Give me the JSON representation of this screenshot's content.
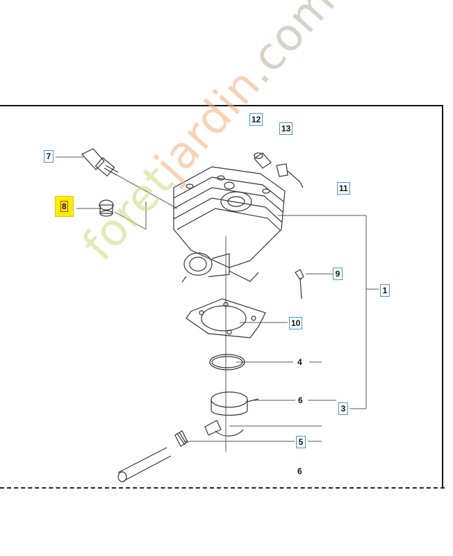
{
  "callouts": {
    "c1": "1",
    "c3": "3",
    "c4": "4",
    "c5": "5",
    "c6a": "6",
    "c6b": "6",
    "c7": "7",
    "c8": "8",
    "c9": "9",
    "c10": "10",
    "c11": "11",
    "c12": "12",
    "c13": "13"
  },
  "watermark": {
    "part1": "foret",
    "part2": "jardin",
    "part3": ".com",
    "color_green": "#c8dc7a",
    "color_orange": "#f2b07a",
    "color_gray": "#b9ad9b"
  },
  "colors": {
    "highlight": "#ffee00",
    "callout_box": "#3a9ad9"
  }
}
